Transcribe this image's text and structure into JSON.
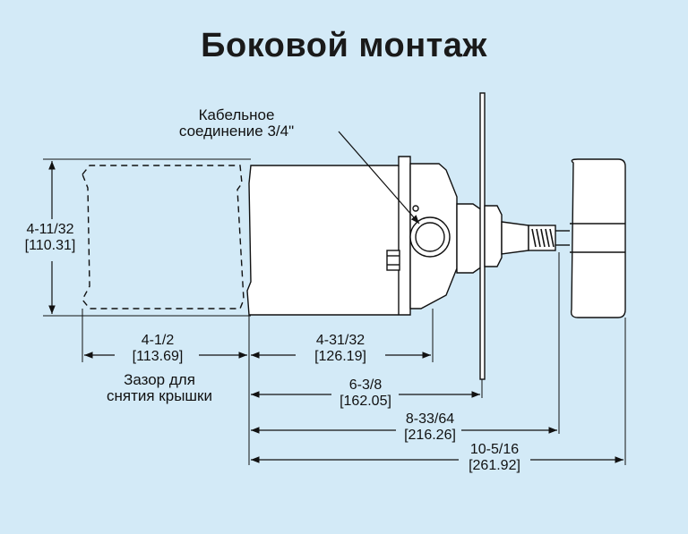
{
  "title": "Боковой монтаж",
  "callout": {
    "line1": "Кабельное",
    "line2": "соединение 3/4\""
  },
  "dimensions": {
    "height": {
      "inch": "4-11/32",
      "mm": "[110.31]"
    },
    "clearance": {
      "inch": "4-1/2",
      "mm": "[113.69]"
    },
    "housing": {
      "inch": "4-31/32",
      "mm": "[126.19]"
    },
    "to_flange": {
      "inch": "6-3/8",
      "mm": "[162.05]"
    },
    "to_paddle": {
      "inch": "8-33/64",
      "mm": "[216.26]"
    },
    "overall": {
      "inch": "10-5/16",
      "mm": "[261.92]"
    }
  },
  "clearance_note": {
    "line1": "Зазор для",
    "line2": "снятия крышки"
  },
  "colors": {
    "background": "#d3eaf7",
    "line": "#111111"
  }
}
